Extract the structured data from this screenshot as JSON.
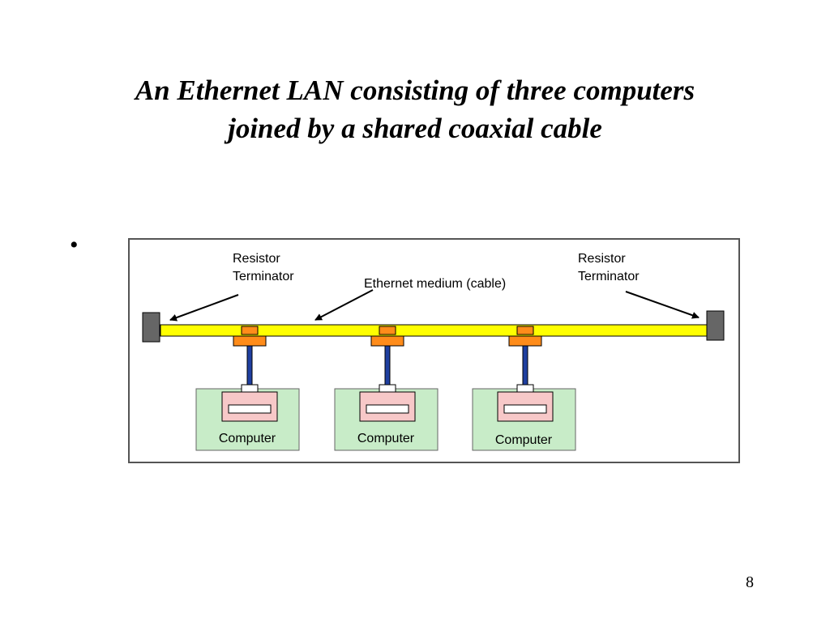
{
  "slide": {
    "title_line1": "An Ethernet LAN consisting of three computers",
    "title_line2": "joined by a shared coaxial cable",
    "bullet": "•",
    "page_number": "8"
  },
  "diagram": {
    "left_terminator_label_line1": "Resistor",
    "left_terminator_label_line2": "Terminator",
    "cable_label": "Ethernet medium (cable)",
    "right_terminator_label_line1": "Resistor",
    "right_terminator_label_line2": "Terminator",
    "computers": [
      {
        "label": "Computer"
      },
      {
        "label": "Computer"
      },
      {
        "label": "Computer"
      }
    ]
  },
  "colors": {
    "cable": "#ffff00",
    "terminator": "#666666",
    "tap": "#ff8c1a",
    "drop_line": "#1f3fa0",
    "computer_box": "#c8ecc8",
    "computer_screen": "#f7c8c8"
  }
}
